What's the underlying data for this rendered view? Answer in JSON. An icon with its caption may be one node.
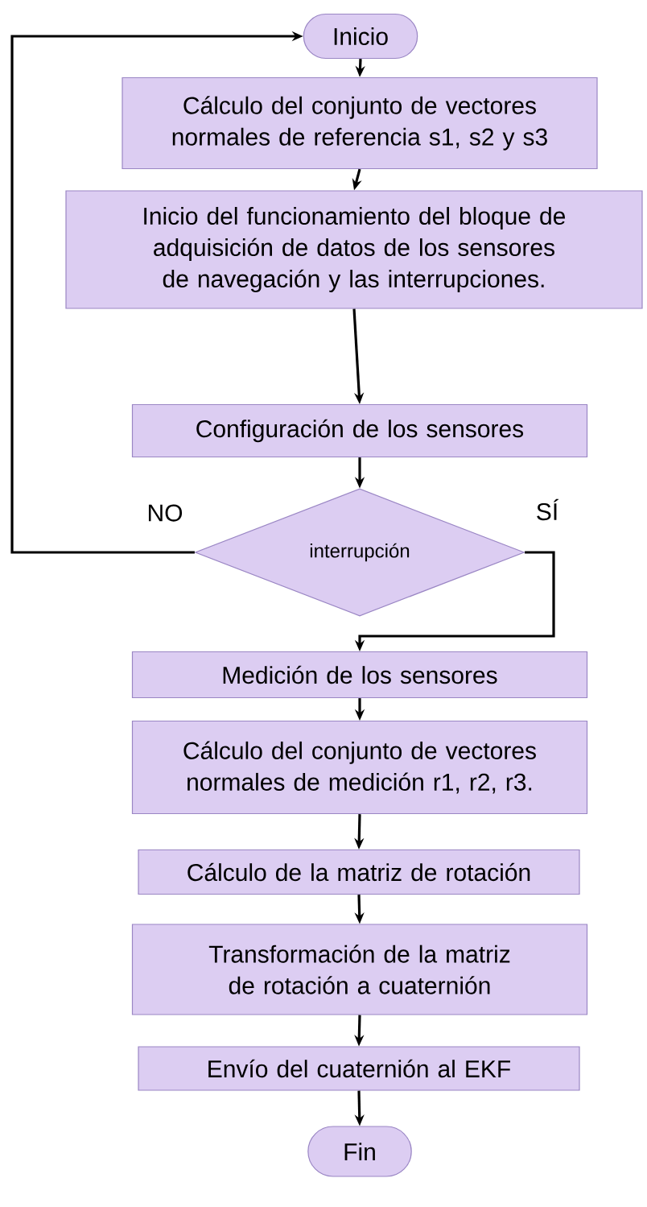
{
  "diagram": {
    "nodes": [
      {
        "text": [
          "Inicio"
        ]
      },
      {
        "text": [
          "Cálculo del conjunto de vectores normales de referencia s1, s2 y s3"
        ]
      },
      {
        "text": [
          "Inicio del funcionamiento del bloque de adquisición de datos de los sensores de navegación y las interrupciones."
        ]
      },
      {
        "text": [
          "Configuración de los sensores"
        ]
      },
      {
        "text": [
          "interrupción"
        ]
      },
      {
        "text": [
          "Medición de los sensores"
        ]
      },
      {
        "text": [
          "Cálculo del conjunto de vectores normales de medición r1, r2, r3."
        ]
      },
      {
        "text": [
          "Cálculo de la matriz de rotación"
        ]
      },
      {
        "text": [
          "Transformación de la matriz de rotación a cuaternión"
        ]
      },
      {
        "text": [
          "Envío del cuaternión al EKF"
        ]
      },
      {
        "text": [
          "Fin"
        ]
      }
    ],
    "edges": [
      {
        "from": 0,
        "to": 1,
        "arrow": "to"
      },
      {
        "from": 1,
        "to": 2,
        "arrow": "to"
      },
      {
        "from": 2,
        "to": 3,
        "arrow": "to"
      },
      {
        "from": 3,
        "to": 4,
        "arrow": "to"
      },
      {
        "from": 4,
        "to": 0,
        "arrow": "to",
        "label": "NO"
      },
      {
        "from": 4,
        "to": 5,
        "arrow": "to",
        "label": "SÍ"
      },
      {
        "from": 5,
        "to": 6,
        "arrow": "to"
      },
      {
        "from": 6,
        "to": 7,
        "arrow": "to"
      },
      {
        "from": 7,
        "to": 8,
        "arrow": "to"
      },
      {
        "from": 8,
        "to": 9,
        "arrow": "to"
      },
      {
        "from": 9,
        "to": 10,
        "arrow": "to"
      }
    ]
  }
}
